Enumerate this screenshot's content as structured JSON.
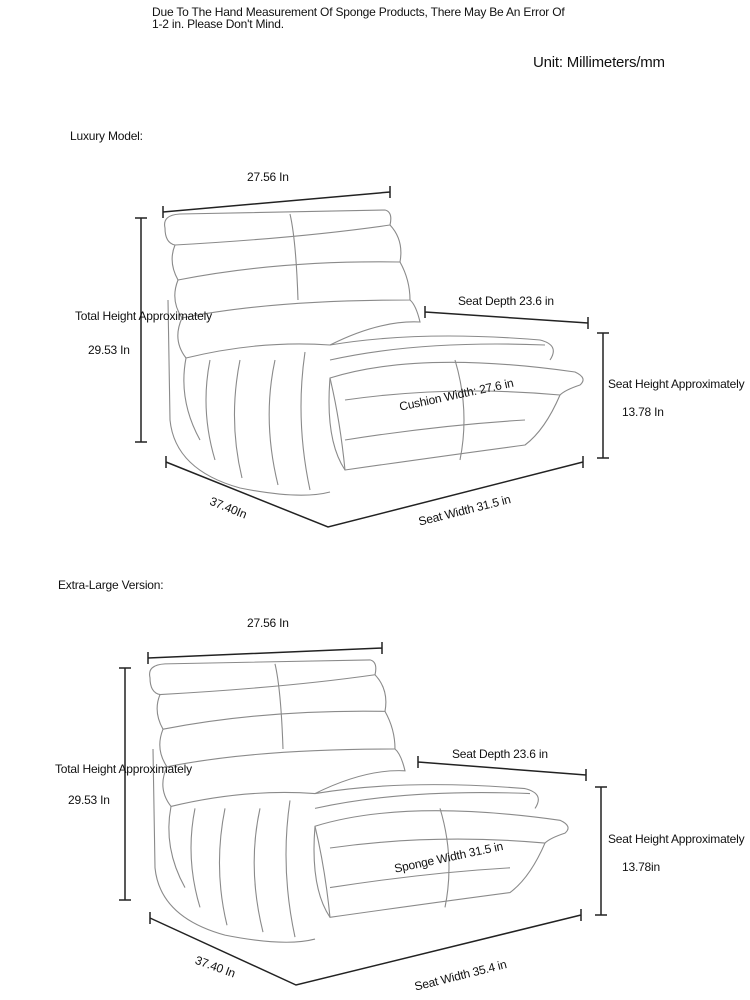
{
  "note": {
    "line1": "Due To The Hand Measurement Of Sponge Products, There May Be An Error Of",
    "line2": "1-2 in. Please Don't Mind."
  },
  "unit": "Unit: Millimeters/mm",
  "luxury": {
    "title": "Luxury Model:",
    "top_width": "27.56 In",
    "total_height_label": "Total Height Approximately",
    "total_height": "29.53 In",
    "seat_depth": "Seat Depth 23.6 in",
    "seat_height_label": "Seat Height Approximately",
    "seat_height": "13.78 In",
    "cushion_width": "Cushion Width: 27.6 in",
    "depth": "37.40In",
    "seat_width": "Seat Width 31.5 in"
  },
  "xl": {
    "title": "Extra-Large Version:",
    "top_width": "27.56 In",
    "total_height_label": "Total Height Approximately",
    "total_height": "29.53 In",
    "seat_depth": "Seat Depth 23.6 in",
    "seat_height_label": "Seat Height Approximately",
    "seat_height": "13.78in",
    "sponge_width": "Sponge Width 31.5 in",
    "depth": "37.40 In",
    "seat_width": "Seat Width 35.4 in"
  }
}
